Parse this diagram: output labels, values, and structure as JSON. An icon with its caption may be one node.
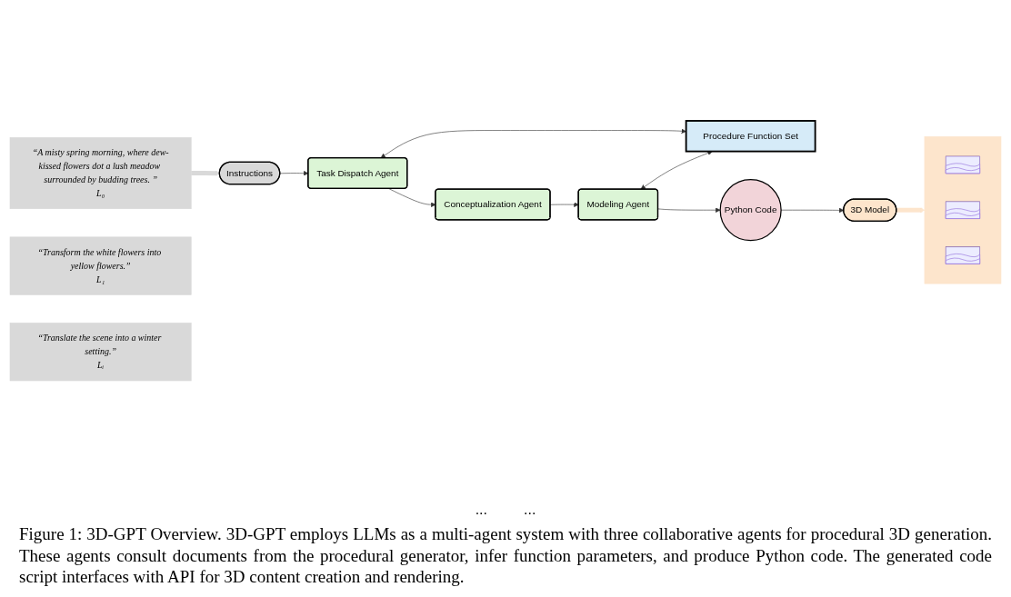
{
  "diagram": {
    "caption": "Figure 1: 3D-GPT Overview. 3D-GPT employs LLMs as a multi-agent system with three collaborative agents for procedural 3D generation. These agents consult documents from the procedural generator, infer function parameters, and produce Python code. The generated code script interfaces with API for 3D content creation and rendering.",
    "nodes": [
      {
        "text": [
          "Procedure Function Set"
        ]
      },
      {
        "text": [
          "Instructions"
        ]
      },
      {
        "text": [
          "Task Dispatch Agent"
        ]
      },
      {
        "text": [
          "Conceptualization Agent"
        ]
      },
      {
        "text": [
          "Modeling Agent"
        ]
      },
      {
        "text": [
          "Python Code"
        ]
      },
      {
        "text": [
          "3D Model"
        ]
      },
      {
        "text": [
          "“A misty spring morning, where dew-kissed flowers dot a lush meadow surrounded by budding trees. ”",
          "L₀"
        ]
      },
      {
        "text": [
          "“Transform the white flowers into yellow flowers.”",
          "L₁"
        ]
      },
      {
        "text": [
          "“Translate the scene into a winter setting.”",
          "Lᵢ"
        ]
      },
      {
        "text": [],
        "shape": "box"
      },
      {
        "text": [],
        "shape": "picture",
        "in": 10
      },
      {
        "text": [],
        "shape": "picture",
        "in": 10
      },
      {
        "text": [],
        "shape": "picture",
        "in": 10
      }
    ],
    "edges": [
      {
        "from": 1,
        "to": 2,
        "arrow": "to"
      },
      {
        "from": 2,
        "to": 0,
        "arrow": "both"
      },
      {
        "from": 2,
        "to": 3,
        "arrow": "to"
      },
      {
        "from": 3,
        "to": 4,
        "arrow": "to"
      },
      {
        "from": 4,
        "to": 0,
        "arrow": "both"
      },
      {
        "from": 4,
        "to": 5,
        "arrow": "to"
      },
      {
        "from": 5,
        "to": 6,
        "arrow": "to"
      },
      {
        "from": 7,
        "to": 1,
        "arrow": "to",
        "style": "thick",
        "color": "#d9d9d9"
      },
      {
        "from": 6,
        "to": 10,
        "arrow": "to",
        "style": "thick",
        "color": "#fde5cc"
      }
    ],
    "labels": [
      "...",
      "..."
    ]
  }
}
